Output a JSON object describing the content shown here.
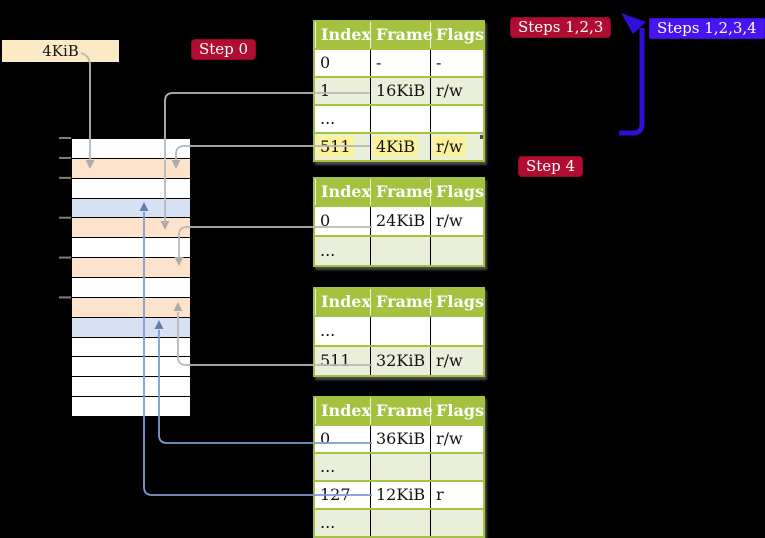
{
  "figure": {
    "description": "Page table translation diagram: physical memory column with four page tables",
    "box4kib_label": "4KiB",
    "badges": {
      "step0": "Step 0",
      "steps123": "Steps 1,2,3",
      "steps1234": "Steps 1,2,3,4",
      "step4": "Step 4"
    }
  },
  "palette": {
    "table_header_green": "#a4c23f",
    "table_shaded_row": "#e9efd9",
    "highlight_yellow": "#fcf29b",
    "memory_peach": "#fde3cb",
    "memory_blue": "#d6e2f4",
    "tan_box": "#fbeac5",
    "crimson_badge": "#b00d31",
    "blue_badge": "#4814f2",
    "thick_arrow_blue": "#2f0ed6",
    "gray_connector": "#b8b8b8",
    "blue_connector": "#7e9cd0"
  },
  "tables": [
    {
      "name": "page-table-top",
      "columns": [
        "Index",
        "Frame",
        "Flags"
      ],
      "rows": [
        {
          "cells": [
            {
              "t": "0"
            },
            {
              "t": "-"
            },
            {
              "t": "-"
            }
          ],
          "shaded": false
        },
        {
          "cells": [
            {
              "t": "1"
            },
            {
              "t": "16KiB"
            },
            {
              "t": "r/w"
            }
          ],
          "shaded": true
        },
        {
          "cells": [
            {
              "t": "..."
            },
            {
              "t": ""
            },
            {
              "t": ""
            }
          ],
          "shaded": false
        },
        {
          "cells": [
            {
              "t": "511",
              "hl": true
            },
            {
              "t": "4KiB",
              "hl": true
            },
            {
              "t": "r/w",
              "hl": true
            }
          ],
          "shaded": true
        }
      ]
    },
    {
      "name": "page-table-second",
      "columns": [
        "Index",
        "Frame",
        "Flags"
      ],
      "rows": [
        {
          "cells": [
            {
              "t": "0"
            },
            {
              "t": "24KiB"
            },
            {
              "t": "r/w"
            }
          ],
          "shaded": false
        },
        {
          "cells": [
            {
              "t": "..."
            },
            {
              "t": ""
            },
            {
              "t": ""
            }
          ],
          "shaded": true
        }
      ]
    },
    {
      "name": "page-table-third",
      "columns": [
        "Index",
        "Frame",
        "Flags"
      ],
      "rows": [
        {
          "cells": [
            {
              "t": "..."
            },
            {
              "t": ""
            },
            {
              "t": ""
            }
          ],
          "shaded": false
        },
        {
          "cells": [
            {
              "t": "511"
            },
            {
              "t": "32KiB"
            },
            {
              "t": "r/w"
            }
          ],
          "shaded": true
        }
      ]
    },
    {
      "name": "page-table-fourth",
      "columns": [
        "Index",
        "Frame",
        "Flags"
      ],
      "rows": [
        {
          "cells": [
            {
              "t": "0"
            },
            {
              "t": "36KiB"
            },
            {
              "t": "r/w"
            }
          ],
          "shaded": false
        },
        {
          "cells": [
            {
              "t": "..."
            },
            {
              "t": ""
            },
            {
              "t": ""
            }
          ],
          "shaded": true
        },
        {
          "cells": [
            {
              "t": "127"
            },
            {
              "t": "12KiB"
            },
            {
              "t": "r"
            }
          ],
          "shaded": false
        },
        {
          "cells": [
            {
              "t": "..."
            },
            {
              "t": ""
            },
            {
              "t": ""
            }
          ],
          "shaded": true
        }
      ]
    }
  ],
  "memory": {
    "rows": [
      "white",
      "peach",
      "white",
      "blue",
      "peach",
      "white",
      "peach",
      "white",
      "peach",
      "blue",
      "white",
      "white",
      "white",
      "white"
    ],
    "tick_rows": [
      0,
      1,
      2,
      4,
      6,
      8
    ]
  }
}
